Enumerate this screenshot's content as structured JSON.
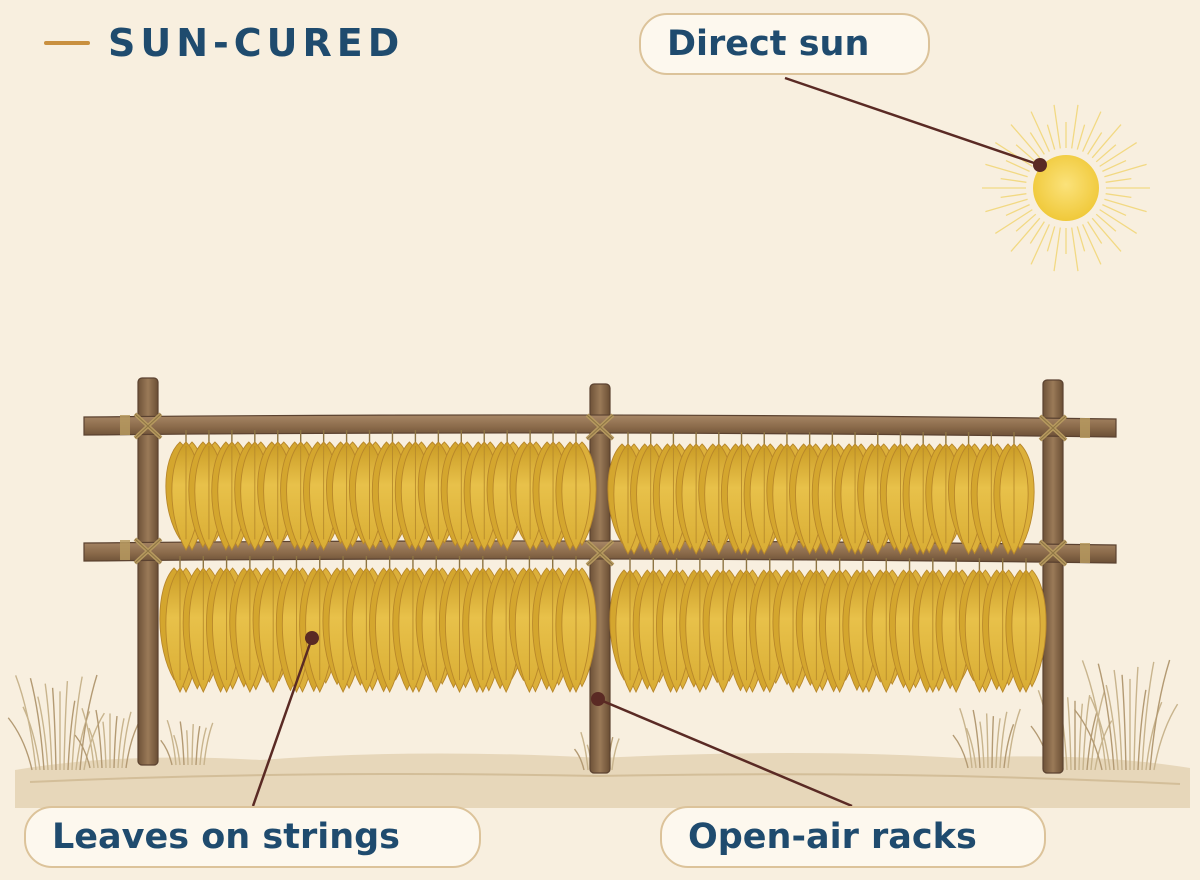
{
  "title": "SUN-CURED",
  "callouts": {
    "sun": "Direct sun",
    "leaves": "Leaves on strings",
    "racks": "Open-air racks"
  },
  "colors": {
    "background": "#f8efdf",
    "title_text": "#1f4b6e",
    "title_accent": "#c9903f",
    "callout_text": "#1f4b6e",
    "leader": "#5a2a24",
    "wood": "#8a6a4a",
    "leaf": "#e1b63c",
    "sun": "#f6d54e"
  },
  "icons": [
    "sun-icon",
    "drying-rack-icon",
    "tobacco-leaf-icon",
    "grass-tuft-icon"
  ]
}
